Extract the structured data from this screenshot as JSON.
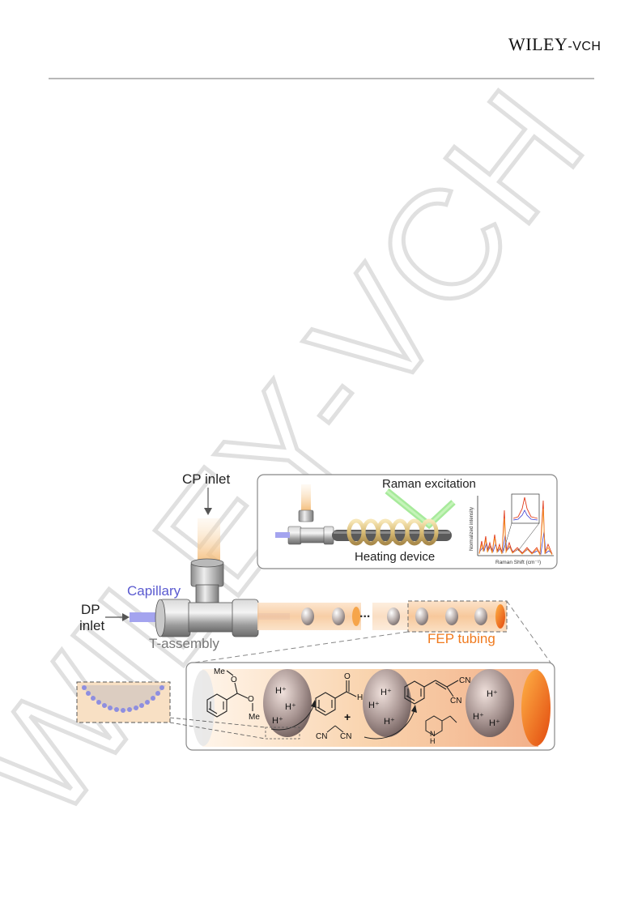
{
  "header": {
    "brand_main": "WILEY",
    "brand_sub": "-VCH"
  },
  "watermark": {
    "text": "WILEY-VCH"
  },
  "figure": {
    "cp_inlet": "CP inlet",
    "capillary": "Capillary",
    "dp": "DP",
    "dp_inlet": "inlet",
    "t_assembly": "T-assembly",
    "fep_tubing": "FEP tubing",
    "ellipsis": "...",
    "inset": {
      "raman_excitation": "Raman excitation",
      "heating_device": "Heating device",
      "y_axis": "Normalized intensity",
      "x_axis": "Raman Shift (cm⁻¹)"
    },
    "reaction": {
      "me_top": "Me",
      "o_top": "O",
      "o_bottom": "O",
      "me_bottom": "Me",
      "h_plus": "H⁺",
      "aldehyde_o": "O",
      "aldehyde_h": "H",
      "plus": "+",
      "cn": "CN",
      "nh": "N",
      "nh_h": "H"
    },
    "colors": {
      "orange": "#f07a1e",
      "blue": "#6a6ad8",
      "green": "#7be06a"
    }
  }
}
